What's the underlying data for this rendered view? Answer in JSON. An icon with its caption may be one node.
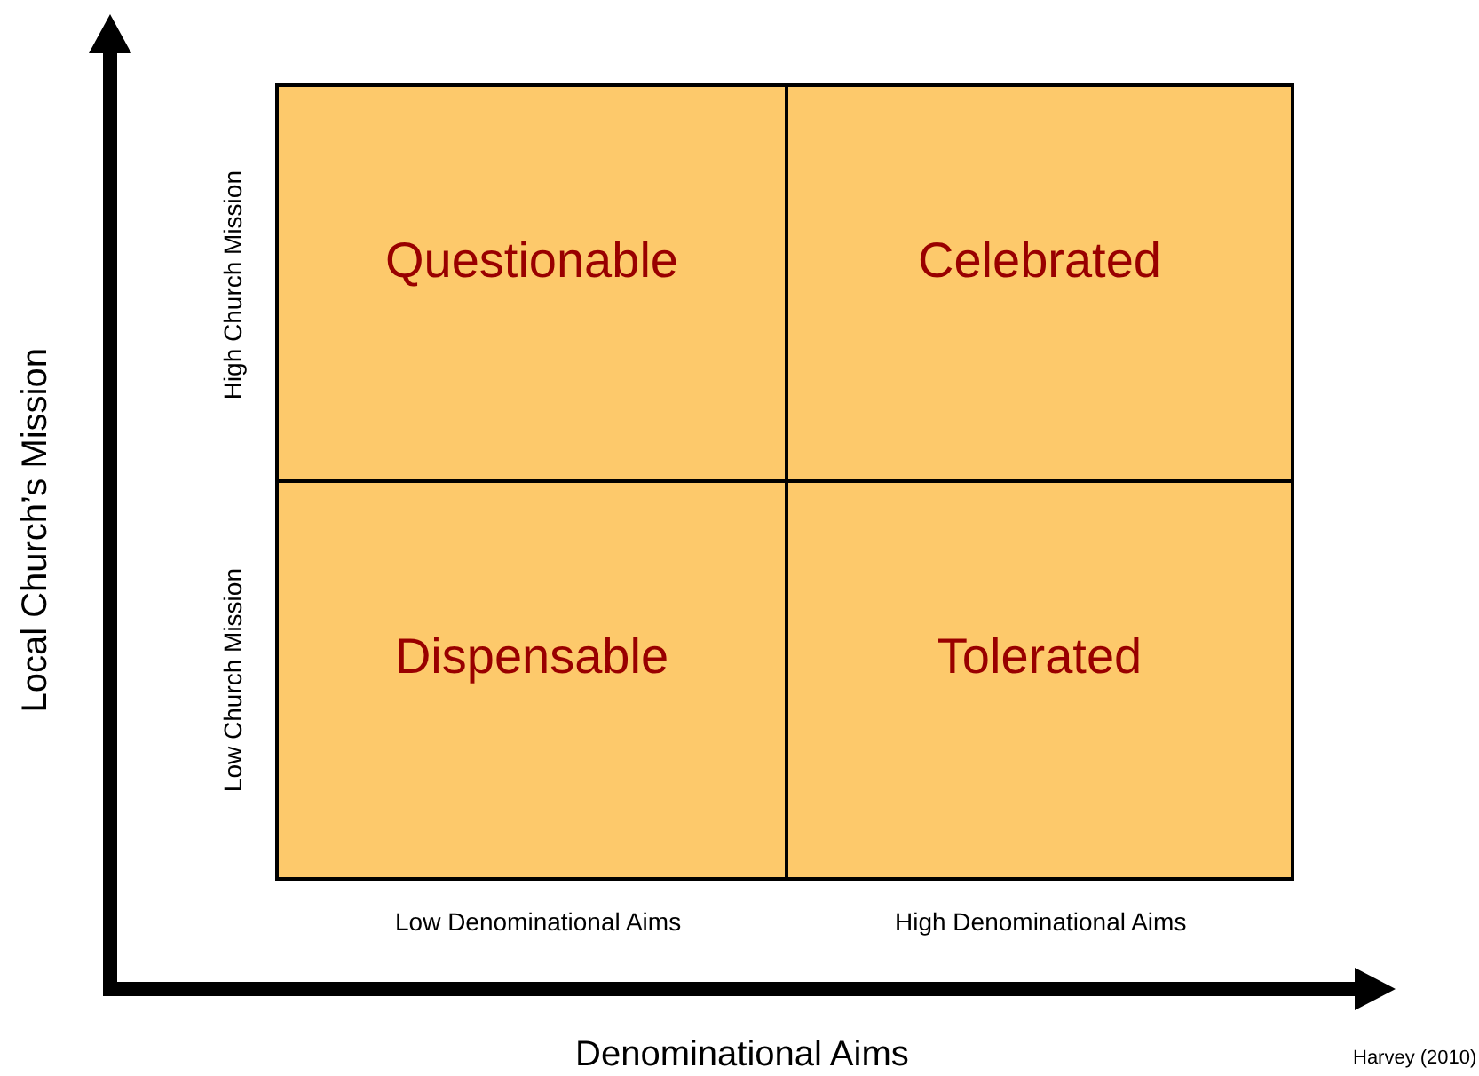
{
  "diagram": {
    "nodes": [
      {
        "text": [
          "Questionable"
        ]
      },
      {
        "text": [
          "Celebrated"
        ]
      },
      {
        "text": [
          "Dispensable"
        ]
      },
      {
        "text": [
          "Tolerated"
        ]
      }
    ],
    "labels": [
      "Local Church’s Mission",
      "High Church Mission",
      "Low Church Mission",
      "Low Denominational Aims",
      "High Denominational Aims",
      "Denominational Aims",
      "Harvey (2010)"
    ]
  }
}
